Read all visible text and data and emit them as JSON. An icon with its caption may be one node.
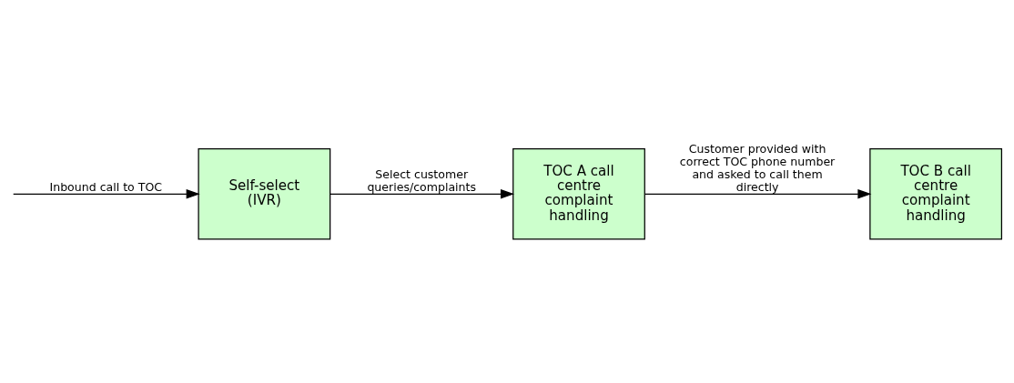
{
  "diagram": {
    "nodes": [
      {
        "text": [
          "Self-select (IVR)"
        ]
      },
      {
        "text": [
          "TOC A call centre complaint handling"
        ]
      },
      {
        "text": [
          "TOC B call centre complaint handling"
        ]
      }
    ],
    "edges": [
      {
        "from": null,
        "to": 0,
        "arrow": "to",
        "label": "Inbound call to TOC"
      },
      {
        "from": 0,
        "to": 1,
        "arrow": "to",
        "label": "Select customer queries/complaints"
      },
      {
        "from": 1,
        "to": 2,
        "arrow": "to",
        "label": "Customer provided with correct TOC phone number and asked to call them directly"
      }
    ]
  }
}
